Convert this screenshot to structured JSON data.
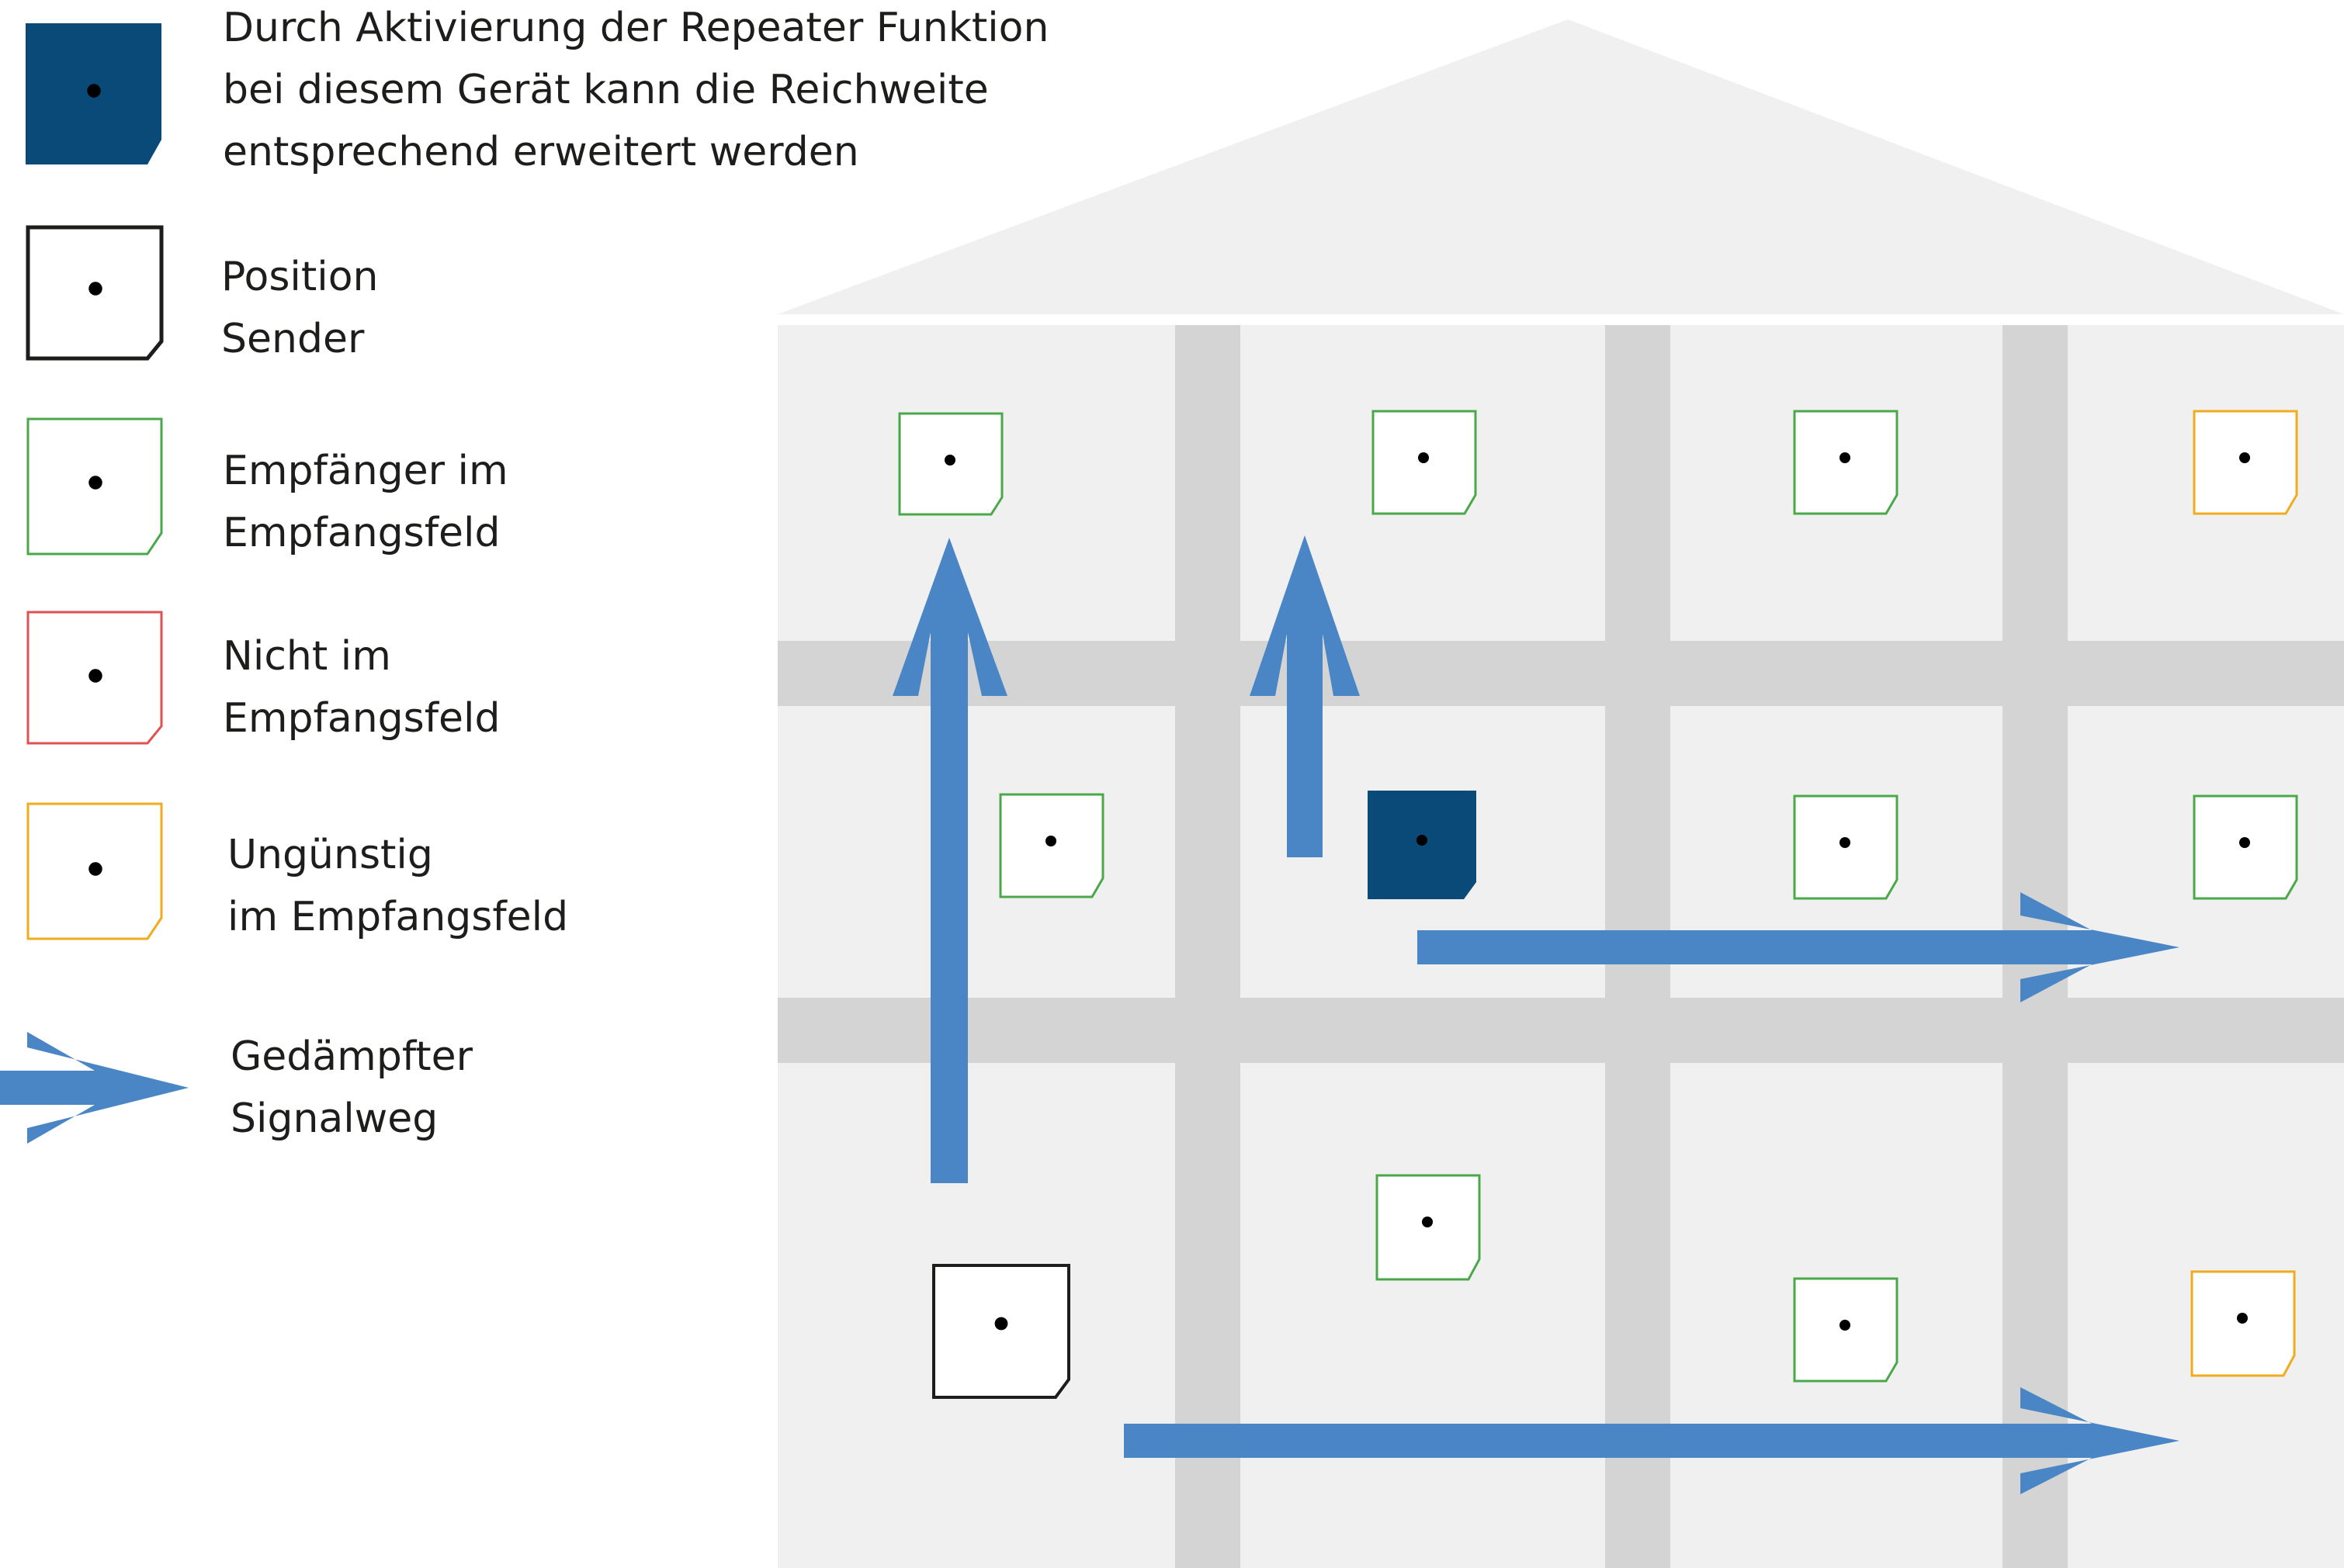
{
  "colors": {
    "repeater": "#0a4a78",
    "sender": "#1d1d1b",
    "receiver_ok": "#4aa84a",
    "receiver_out": "#e05252",
    "receiver_weak": "#f0ac1e",
    "arrow": "#4a86c6",
    "house_fill": "#f0f0f0",
    "wall": "#d4d4d4"
  },
  "legend": {
    "repeater": {
      "icon": "antenna-icon",
      "lines": [
        "Durch Aktivierung der Repeater Funktion",
        "bei diesem Gerät kann die Reichweite",
        "entsprechend erweitert werden"
      ]
    },
    "sender": {
      "icon": "antenna-icon",
      "lines": [
        "Position",
        "Sender"
      ]
    },
    "receiver_ok": {
      "icon": "antenna-icon",
      "lines": [
        "Empfänger im",
        "Empfangsfeld"
      ]
    },
    "receiver_out": {
      "icon": "antenna-icon",
      "lines": [
        "Nicht im",
        "Empfangsfeld"
      ]
    },
    "receiver_weak": {
      "icon": "antenna-icon",
      "lines": [
        "Ungünstig",
        "im Empfangsfeld"
      ]
    },
    "signal_path": {
      "icon": "arrow-icon",
      "lines": [
        "Gedämpfter",
        "Signalweg"
      ]
    }
  }
}
